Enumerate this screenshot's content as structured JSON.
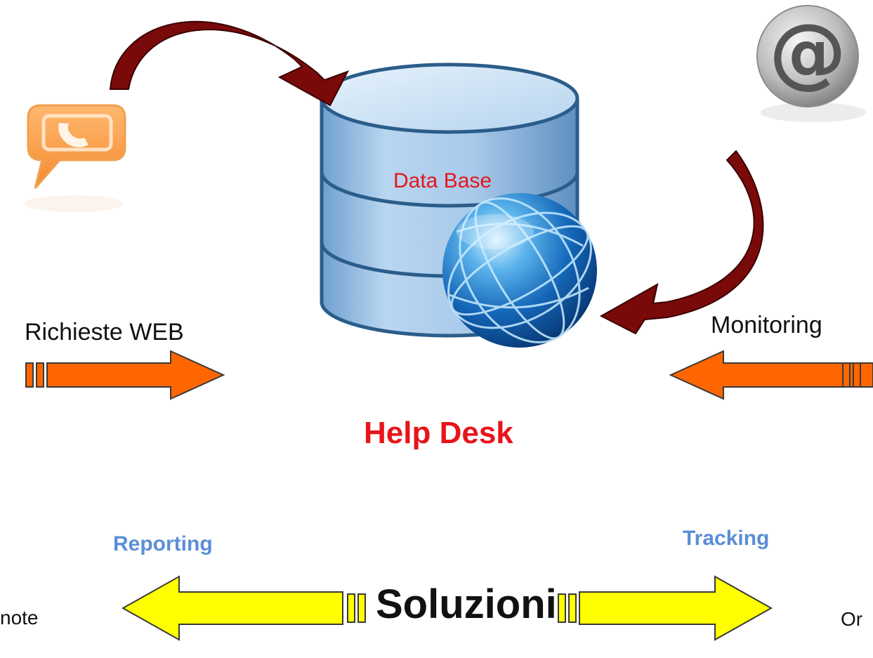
{
  "labels": {
    "richieste_web": "Richieste WEB",
    "monitoring": "Monitoring",
    "data_base": "Data Base",
    "help_desk": "Help Desk",
    "reporting": "Reporting",
    "tracking": "Tracking",
    "soluzioni": "Soluzioni",
    "left_edge_text": "note",
    "right_edge_text": "Or"
  },
  "colors": {
    "data_base_text": "#e8141a",
    "help_desk_text": "#e8141a",
    "reporting_text": "#5b8fd6",
    "tracking_text": "#5b8fd6",
    "orange_arrow": "#ff6600",
    "yellow_arrow": "#ffff00",
    "curved_arrow": "#7a0a0a",
    "db_cylinder": "#9cc3e6"
  },
  "icons": [
    "phone-chat-icon",
    "at-sign-icon",
    "database-icon",
    "globe-icon"
  ]
}
